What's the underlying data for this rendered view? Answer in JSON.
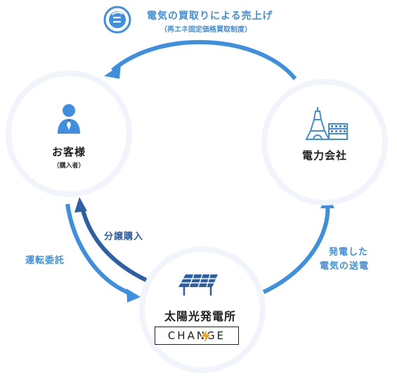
{
  "header": {
    "title": "電気の買取りによる売上げ",
    "subtitle": "（再エネ固定価格買取制度）"
  },
  "nodes": {
    "customer": {
      "title": "お客様",
      "subtitle": "（購入者）"
    },
    "utility": {
      "title": "電力会社"
    },
    "plant": {
      "title": "太陽光発電所",
      "brand": "CHANGE"
    }
  },
  "flows": {
    "purchase": "分譲購入",
    "operation": "運転委託",
    "supply_line1": "発電した",
    "supply_line2": "電気の送電"
  },
  "colors": {
    "accent": "#3f8fe0",
    "accent_dark": "#2c5fa3",
    "circle_border": "#f1f4fb",
    "brand_bolt": "#f0a21a"
  },
  "icons": [
    "yen-cycle-icon",
    "person-icon",
    "tower-icon",
    "solar-panel-icon",
    "bolt-icon"
  ]
}
